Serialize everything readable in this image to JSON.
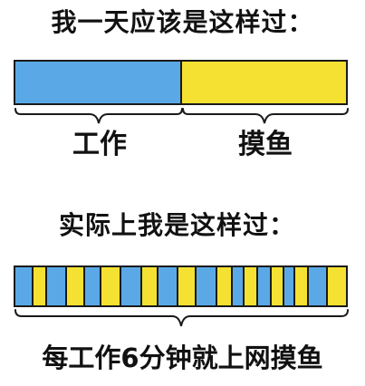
{
  "top_panel": {
    "title": "我一天应该是这样过：",
    "work_label": "工作",
    "slack_label": "摸鱼",
    "segments": [
      {
        "type": "work",
        "fraction": 0.5
      },
      {
        "type": "slack",
        "fraction": 0.5
      }
    ]
  },
  "bottom_panel": {
    "title": "实际上我是这样过：",
    "caption": "每工作6分钟就上网摸鱼",
    "segments": [
      {
        "type": "work",
        "fraction": 0.055
      },
      {
        "type": "slack",
        "fraction": 0.04
      },
      {
        "type": "work",
        "fraction": 0.06
      },
      {
        "type": "slack",
        "fraction": 0.055
      },
      {
        "type": "work",
        "fraction": 0.05
      },
      {
        "type": "slack",
        "fraction": 0.06
      },
      {
        "type": "work",
        "fraction": 0.065
      },
      {
        "type": "slack",
        "fraction": 0.05
      },
      {
        "type": "work",
        "fraction": 0.06
      },
      {
        "type": "slack",
        "fraction": 0.055
      },
      {
        "type": "work",
        "fraction": 0.065
      },
      {
        "type": "slack",
        "fraction": 0.045
      },
      {
        "type": "work",
        "fraction": 0.035
      },
      {
        "type": "slack",
        "fraction": 0.04
      },
      {
        "type": "work",
        "fraction": 0.04
      },
      {
        "type": "slack",
        "fraction": 0.035
      },
      {
        "type": "work",
        "fraction": 0.03
      },
      {
        "type": "slack",
        "fraction": 0.04
      },
      {
        "type": "work",
        "fraction": 0.06
      },
      {
        "type": "slack",
        "fraction": 0.06
      }
    ]
  },
  "colors": {
    "work": "#5aa9e6",
    "slack": "#f4e132",
    "outline": "#1a1a1a"
  }
}
